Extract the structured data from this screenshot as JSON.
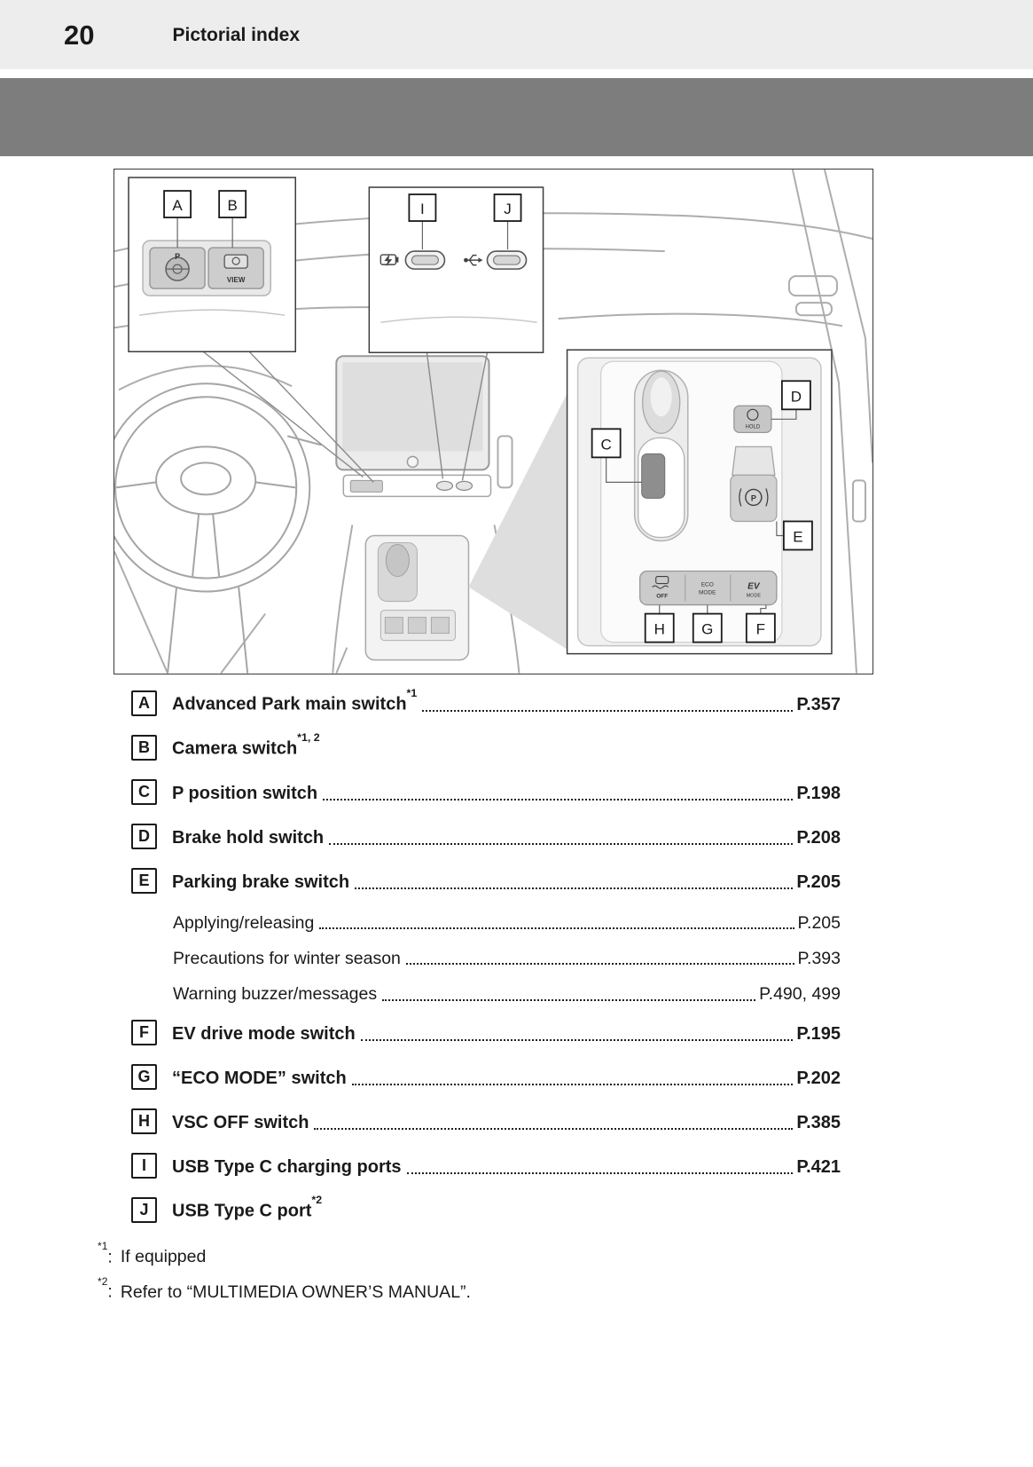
{
  "header": {
    "page_number": "20",
    "section_title": "Pictorial index"
  },
  "figure": {
    "callouts": {
      "a": "A",
      "b": "B",
      "c": "C",
      "d": "D",
      "e": "E",
      "f": "F",
      "g": "G",
      "h": "H",
      "i": "I",
      "j": "J"
    },
    "labels": {
      "view": "VIEW",
      "hold": "HOLD",
      "eco_line1": "ECO",
      "eco_line2": "MODE",
      "ev_line1": "EV",
      "ev_line2": "MODE",
      "vsc_off": "OFF",
      "park_p": "P",
      "brake_p": "P"
    }
  },
  "index": {
    "items": [
      {
        "letter": "A",
        "label": "Advanced Park main switch",
        "sup": "*1",
        "page": "P.357"
      },
      {
        "letter": "B",
        "label": "Camera switch",
        "sup": "*1, 2"
      },
      {
        "letter": "C",
        "label": "P position switch",
        "page": "P.198"
      },
      {
        "letter": "D",
        "label": "Brake hold switch",
        "page": "P.208"
      },
      {
        "letter": "E",
        "label": "Parking brake switch",
        "page": "P.205",
        "subs": [
          {
            "label": "Applying/releasing",
            "page": "P.205"
          },
          {
            "label": "Precautions for winter season",
            "page": "P.393"
          },
          {
            "label": "Warning buzzer/messages",
            "page": "P.490, 499"
          }
        ]
      },
      {
        "letter": "F",
        "label": "EV drive mode switch",
        "page": "P.195"
      },
      {
        "letter": "G",
        "label": "“ECO MODE” switch",
        "page": "P.202"
      },
      {
        "letter": "H",
        "label": "VSC OFF switch",
        "page": "P.385"
      },
      {
        "letter": "I",
        "label": "USB Type C charging ports",
        "page": "P.421"
      },
      {
        "letter": "J",
        "label": "USB Type C port",
        "sup": "*2"
      }
    ],
    "footnotes": [
      {
        "marker": "*1",
        "sep": ":",
        "text": "If equipped"
      },
      {
        "marker": "*2",
        "sep": ":",
        "text": "Refer to “MULTIMEDIA OWNER’S MANUAL”."
      }
    ]
  }
}
